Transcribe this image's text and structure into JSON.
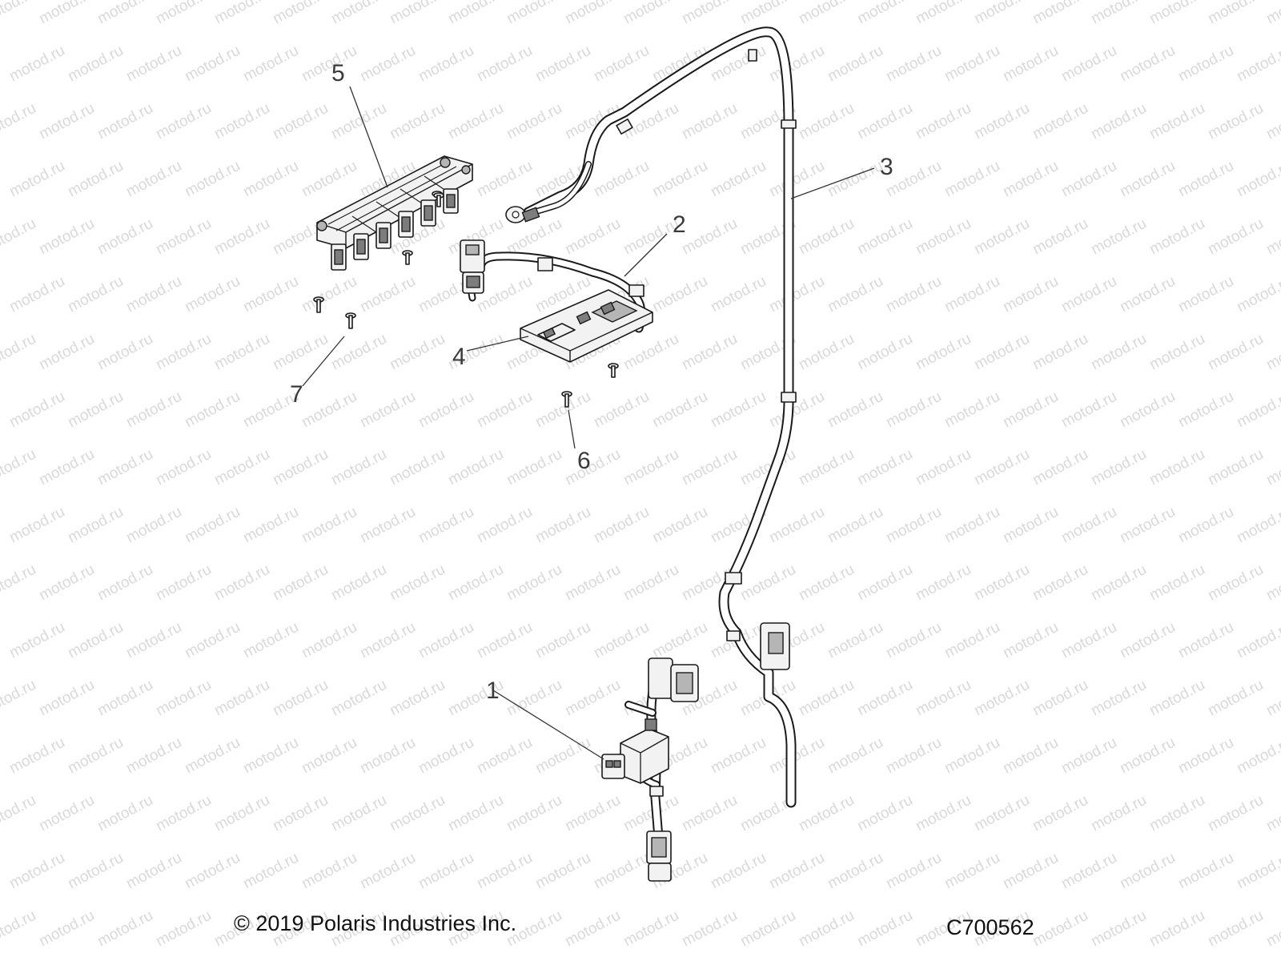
{
  "watermark": "motod.ru",
  "callouts": {
    "c1": "1",
    "c2": "2",
    "c3": "3",
    "c4": "4",
    "c5": "5",
    "c6": "6",
    "c7": "7"
  },
  "footer": {
    "copyright": "© 2019 Polaris Industries Inc.",
    "figure_code": "C700562"
  }
}
